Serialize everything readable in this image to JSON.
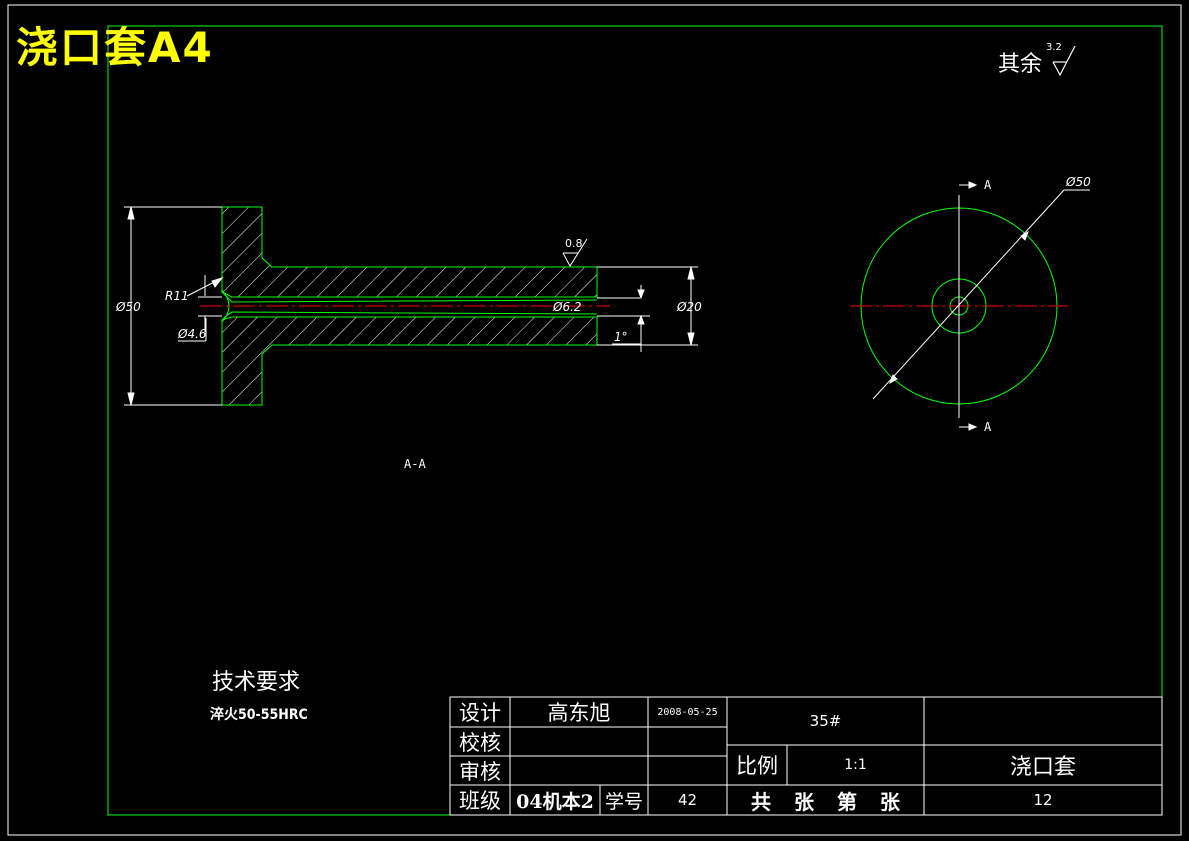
{
  "sheet_title": "浇口套A4",
  "roughness_note": {
    "prefix": "其余",
    "value": "3.2"
  },
  "dimensions": {
    "d50_left": "Ø50",
    "r11": "R11",
    "d4_6": "Ø4.6",
    "roughness_bore": "0.8",
    "d6_2": "Ø6.2",
    "d20": "Ø20",
    "angle": "1°",
    "d50_right": "Ø50"
  },
  "section_marks": {
    "top": "A",
    "bottom": "A",
    "view_label": "A-A"
  },
  "technical_requirements": {
    "title": "技术要求",
    "text": "淬火50-55HRC"
  },
  "title_block": {
    "design_label": "设计",
    "designer": "高东旭",
    "date": "2008-05-25",
    "check_label": "校核",
    "review_label": "审核",
    "class_label": "班级",
    "class_value": "04机本2",
    "student_no_label": "学号",
    "student_no": "42",
    "material": "35#",
    "scale_label": "比例",
    "scale": "1:1",
    "part_name": "浇口套",
    "sheets": "共 张 第 张",
    "drawing_no": "12"
  },
  "colors": {
    "frame": "#00ff00",
    "title": "#ffff00",
    "centerline": "#ff0000",
    "text": "#ffffff"
  }
}
